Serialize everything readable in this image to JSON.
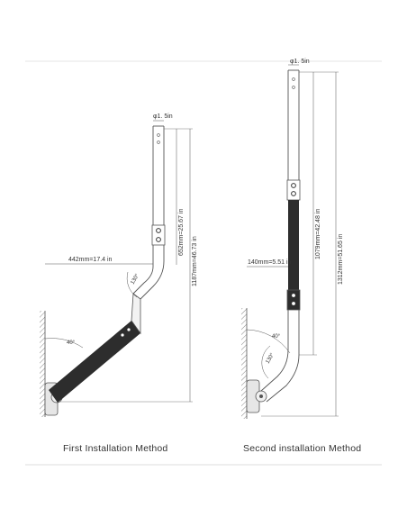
{
  "captions": {
    "first": "First Installation Method",
    "second": "Second installation Method"
  },
  "first_method": {
    "tube_diameter": "φ1. 5in",
    "offset": "442mm=17.4 in",
    "segment_length": "652mm=25.67 in",
    "total_length": "1187mm=46.73 in",
    "angle_top": "130°",
    "angle_wall": "40°"
  },
  "second_method": {
    "tube_diameter": "φ1. 5in",
    "offset": "140mm=5.51 in",
    "segment_length": "1079mm=42.48 in",
    "total_length": "1312mm=51.65 in",
    "angle_wall": "40°",
    "angle_bottom": "130°"
  },
  "colors": {
    "line": "#555555",
    "dark_segment": "#2d2d2d",
    "frame": "#cccccc"
  }
}
